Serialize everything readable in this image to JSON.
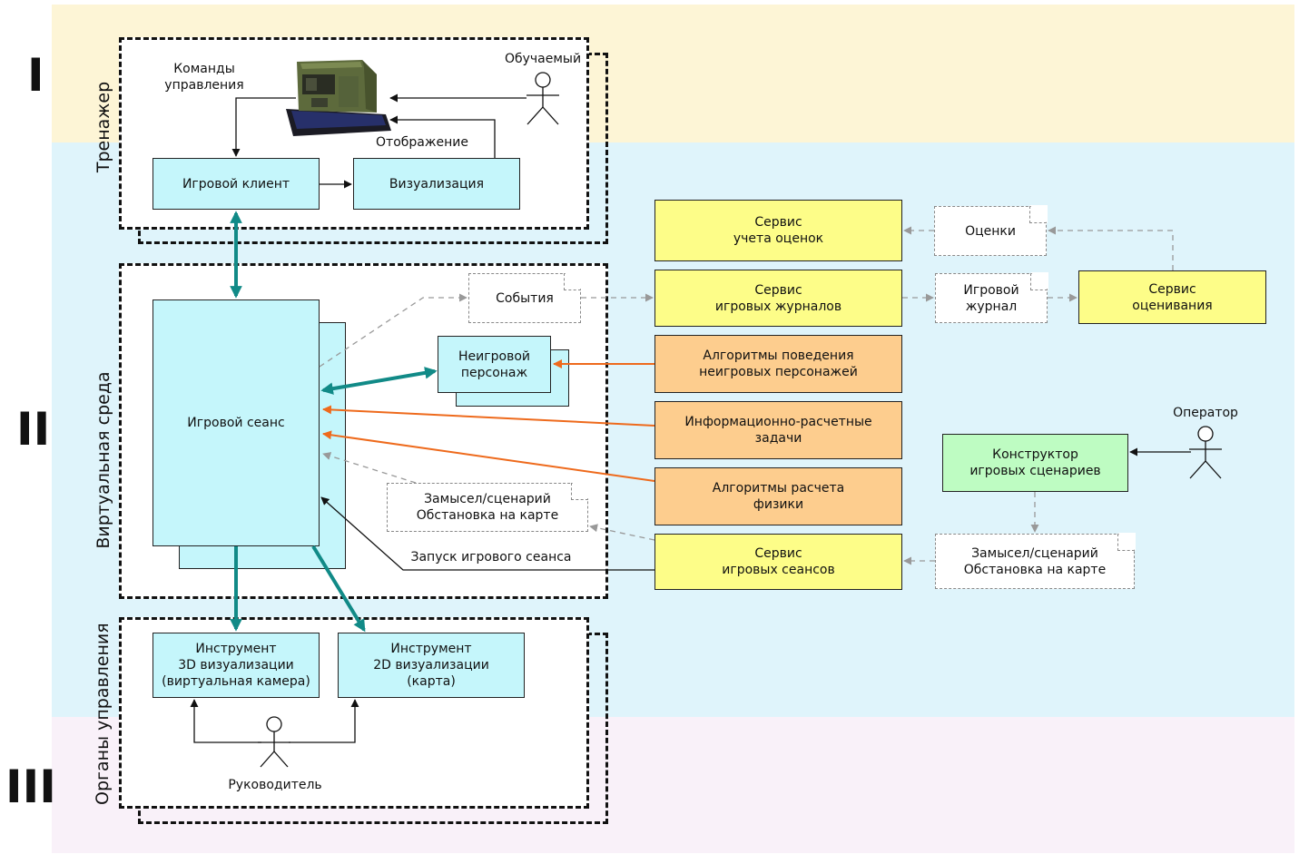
{
  "levels": {
    "l1": {
      "roman": "I",
      "label": "Тренажер"
    },
    "l2": {
      "roman": "II",
      "label": "Виртуальная среда"
    },
    "l3": {
      "roman": "III",
      "label": "Органы управления"
    }
  },
  "colors": {
    "zone_trainer": "#fdf5d6",
    "zone_virtual": "#dff4fb",
    "zone_control": "#f9f1f9",
    "box_cyan": "#c5f6fb",
    "box_yellow": "#fdfd88",
    "box_orange": "#fdcd8e",
    "box_green": "#befcc2",
    "link_teal": "#118a87",
    "link_orange": "#ee6a1c"
  },
  "trainer": {
    "commands_label": "Команды\nуправления",
    "trainee_label": "Обучаемый",
    "display_label": "Отображение",
    "game_client": "Игровой клиент",
    "visualization": "Визуализация"
  },
  "virtual": {
    "game_session": "Игровой сеанс",
    "npc": "Неигровой\nперсонаж",
    "events_doc": "События",
    "scenario_doc_left": "Замысел/сценарий\nОбстановка на карте",
    "launch_label": "Запуск игрового сеанса"
  },
  "services": {
    "scores_service": "Сервис\nучета оценок",
    "scores_doc": "Оценки",
    "logs_service": "Сервис\nигровых журналов",
    "log_doc": "Игровой\nжурнал",
    "evaluation_service": "Сервис\nоценивания",
    "npc_algorithms": "Алгоритмы поведения\nнеигровых персонажей",
    "info_tasks": "Информационно-расчетные\nзадачи",
    "physics_algorithms": "Алгоритмы расчета\nфизики",
    "operator_label": "Оператор",
    "scenario_builder": "Конструктор\nигровых сценариев",
    "sessions_service": "Сервис\nигровых сеансов",
    "scenario_doc_right": "Замысел/сценарий\nОбстановка на карте"
  },
  "control": {
    "tool_3d": "Инструмент\n3D визуализации\n(виртуальная камера)",
    "tool_2d": "Инструмент\n2D визуализации\n(карта)",
    "leader_label": "Руководитель"
  },
  "icons": {
    "actor": "stick-figure-actor-icon",
    "simulator": "simulator-cabin-icon"
  }
}
